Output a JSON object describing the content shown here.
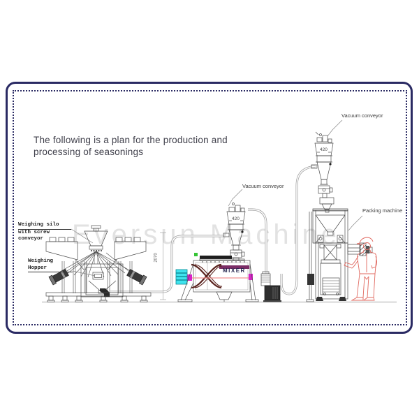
{
  "title": {
    "text": "The following is a plan for the production and processing of seasonings"
  },
  "watermark": {
    "text": "Eversun Machine"
  },
  "annotations": {
    "vacuum_conveyor_mid": {
      "label": "Vacuum conveyor"
    },
    "vacuum_conveyor_right": {
      "label": "Vacuum conveyor"
    },
    "packing_machine": {
      "label": "Packing machine"
    },
    "weighing_silo": {
      "lines": [
        "Weighing silo",
        "with screw",
        "conveyor"
      ]
    },
    "weighing_hopper": {
      "lines": [
        "Weighing",
        "Hopper"
      ]
    },
    "mixer": {
      "label": "MIXER"
    },
    "dims": {
      "mixer_feed_width": "420",
      "packing_feed_width": "420",
      "weigher_height": "2070"
    }
  },
  "colors": {
    "frame_navy": "#2a2a63",
    "drawing_line": "#4a4a4a",
    "pipe_gray": "#9a9a9a",
    "person": "#e0685f",
    "motor_cyan": "#3fe3ee",
    "coupling_magenta": "#d822c8",
    "band_purple": "#7b2d66",
    "center_pink": "#f09090",
    "helix_maroon": "#5a231e",
    "dot_green": "#35c435",
    "watermark_gray": "#e2e2e2",
    "dark_fill": "#2e2e2e"
  }
}
